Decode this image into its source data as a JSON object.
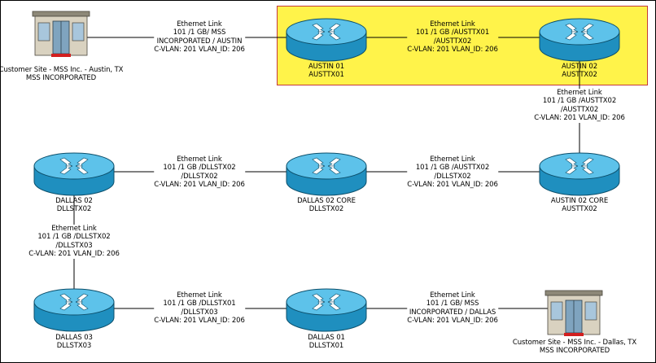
{
  "nodes": {
    "austin01": {
      "name": "AUSTIN 01",
      "code": "AUSTTX01"
    },
    "austin02": {
      "name": "AUSTIN 02",
      "code": "AUSTTX02"
    },
    "austin02core": {
      "name": "AUSTIN 02 CORE",
      "code": "AUSTTX02"
    },
    "dallas02core": {
      "name": "DALLAS 02 CORE",
      "code": "DLLSTX02"
    },
    "dallas02": {
      "name": "DALLAS 02",
      "code": "DLLSTX02"
    },
    "dallas03": {
      "name": "DALLAS 03",
      "code": "DLLSTX03"
    },
    "dallas01": {
      "name": "DALLAS 01",
      "code": "DLLSTX01"
    }
  },
  "sites": {
    "austin": {
      "line1": "Customer Site - MSS Inc. - Austin, TX",
      "line2": "MSS INCORPORATED"
    },
    "dallas": {
      "line1": "Customer Site - MSS Inc. - Dallas, TX",
      "line2": "MSS INCORPORATED"
    }
  },
  "links": {
    "site_austin": [
      "Ethernet Link",
      "101  /1 GB/ MSS",
      "INCORPORATED / AUSTIN",
      "C-VLAN: 201 VLAN_ID: 206"
    ],
    "austin01_austin02": [
      "Ethernet Link",
      "101  /1 GB  /AUSTTX01",
      "/AUSTTX02",
      "C-VLAN: 201 VLAN_ID: 206"
    ],
    "austin02_core": [
      "Ethernet Link",
      "101  /1 GB  /AUSTTX02",
      "/AUSTTX02",
      "C-VLAN: 201 VLAN_ID: 206"
    ],
    "dallas02_dallascore": [
      "Ethernet Link",
      "101  /1 GB  /DLLSTX02",
      "/DLLSTX02",
      "C-VLAN: 201 VLAN_ID: 206"
    ],
    "dallascore_austincore": [
      "Ethernet Link",
      "101  /1 GB  /AUSTTX02",
      "/DLLSTX02",
      "C-VLAN: 201 VLAN_ID: 206"
    ],
    "dallas02_dallas03": [
      "Ethernet Link",
      "101  /1 GB  /DLLSTX02",
      "/DLLSTX03",
      "C-VLAN: 201 VLAN_ID: 206"
    ],
    "dallas03_dallas01": [
      "Ethernet Link",
      "101  /1 GB  /DLLSTX01",
      "/DLLSTX03",
      "C-VLAN: 201 VLAN_ID: 206"
    ],
    "dallas01_site": [
      "Ethernet Link",
      "101  /1 GB/ MSS",
      "INCORPORATED / DALLAS",
      "C-VLAN: 201 VLAN_ID: 206"
    ]
  },
  "colors": {
    "router_fill": "#1f8fbf",
    "router_top": "#66c8ec",
    "highlight": "#fff34a",
    "highlight_border": "#c43a3a",
    "line": "#000000"
  },
  "icons": {
    "router": "router-icon",
    "building": "building-icon"
  }
}
